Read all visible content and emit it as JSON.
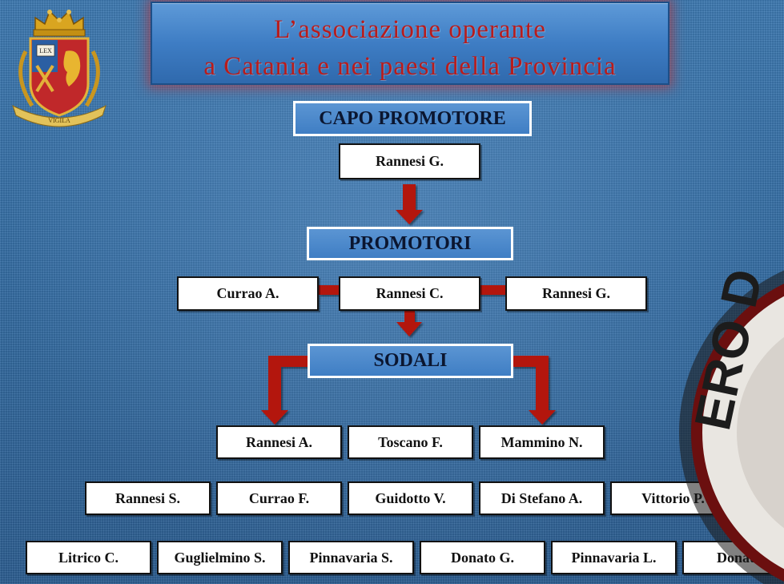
{
  "title": {
    "line1": "L’associazione  operante",
    "line2": "a Catania e  nei paesi della Provincia"
  },
  "headers": {
    "capo": "CAPO PROMOTORE",
    "promotori": "PROMOTORI",
    "sodali": "SODALI"
  },
  "capo_promotore": [
    "Rannesi G."
  ],
  "promotori": [
    "Currao A.",
    "Rannesi C.",
    "Rannesi G."
  ],
  "sodali": {
    "row1": [
      "Rannesi A.",
      "Toscano F.",
      "Mammino N."
    ],
    "row2": [
      "Rannesi S.",
      "Currao F.",
      "Guidotto V.",
      "Di Stefano A.",
      "Vittorio P."
    ],
    "row3": [
      "Litrico C.",
      "Guglielmino S.",
      "Pinnavaria S.",
      "Donato G.",
      "Pinnavaria L.",
      "Donato N."
    ]
  },
  "emblem": {
    "ribbon_text": "VIGILA",
    "shield_text": "LEX"
  },
  "decoration_text": "ERO D",
  "colors": {
    "accent_red": "#b81c1c",
    "arrow_red": "#b3140f",
    "banner_blue": "#3e7dc4"
  }
}
